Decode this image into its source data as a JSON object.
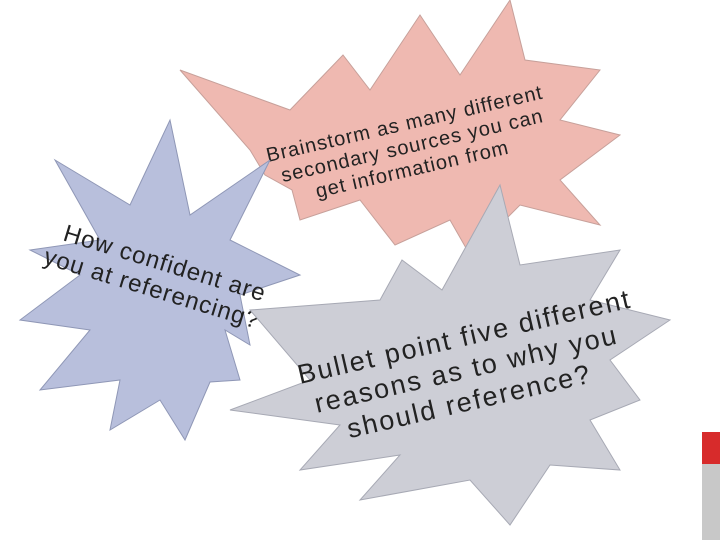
{
  "slide": {
    "starburst_top": {
      "lines": [
        "Brainstorm as many different",
        "secondary sources you can",
        "get information from"
      ],
      "fill": "#efb9b1",
      "text_color": "#222222"
    },
    "starburst_left": {
      "lines": [
        "How confident are",
        "you at referencing?"
      ],
      "fill": "#b8bfdc",
      "text_color": "#222222"
    },
    "starburst_right": {
      "lines": [
        "Bullet point five different",
        "reasons as to why you",
        "should reference?"
      ],
      "fill": "#cdced6",
      "text_color": "#222222"
    },
    "accent_colors": {
      "red": "#d72b2b",
      "grey": "#c8c8c8"
    }
  }
}
